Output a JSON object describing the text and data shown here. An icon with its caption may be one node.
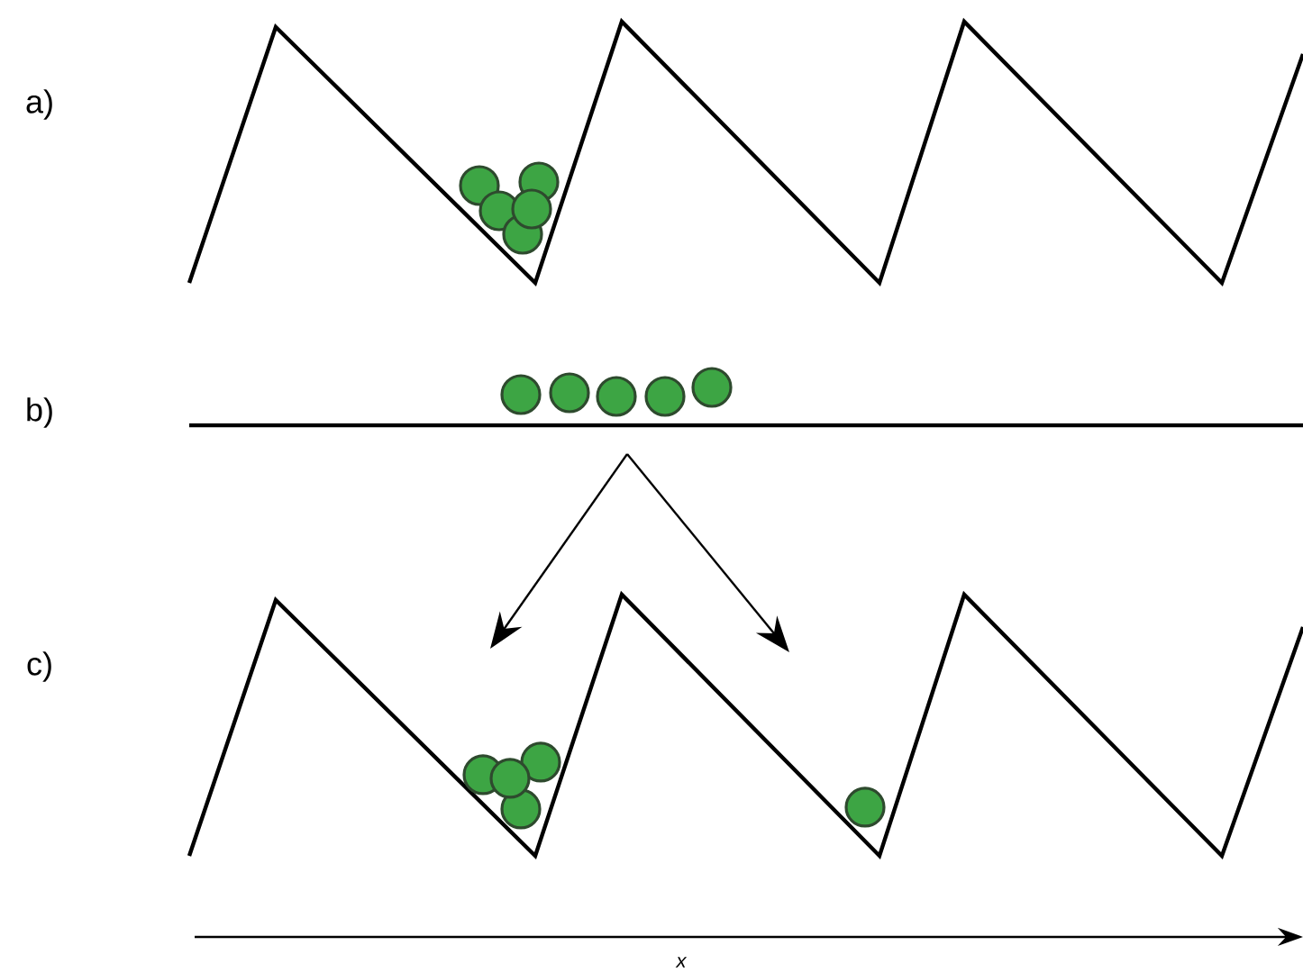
{
  "diagram": {
    "labels": [
      "a)",
      "b)",
      "c)",
      "x"
    ]
  }
}
